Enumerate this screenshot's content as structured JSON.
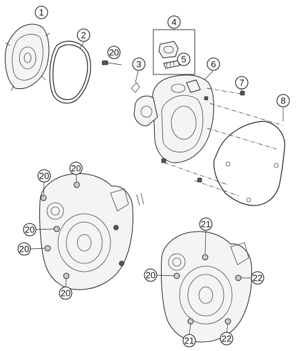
{
  "callouts": [
    {
      "label": "1"
    },
    {
      "label": "2"
    },
    {
      "label": "20"
    },
    {
      "label": "3"
    },
    {
      "label": "4"
    },
    {
      "label": "5"
    },
    {
      "label": "6"
    },
    {
      "label": "7"
    },
    {
      "label": "8"
    },
    {
      "label": "20"
    },
    {
      "label": "20"
    },
    {
      "label": "20"
    },
    {
      "label": "20"
    },
    {
      "label": "20"
    },
    {
      "label": "21"
    },
    {
      "label": "20"
    },
    {
      "label": "22"
    },
    {
      "label": "21"
    },
    {
      "label": "22"
    }
  ]
}
